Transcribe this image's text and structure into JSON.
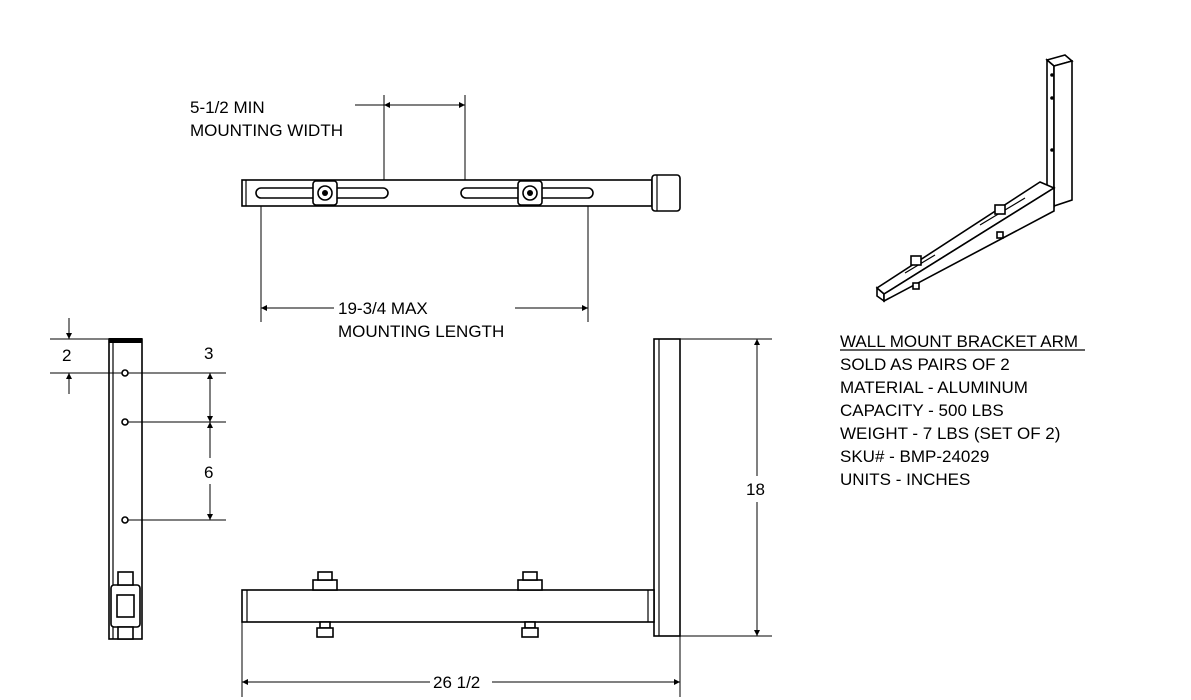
{
  "dimensions": {
    "min_width_line1": "5-1/2 MIN",
    "min_width_line2": "MOUNTING WIDTH",
    "max_length_line1": "19-3/4 MAX",
    "max_length_line2": "MOUNTING LENGTH",
    "top_offset": "2",
    "hole_spacing_1": "3",
    "hole_spacing_2": "6",
    "vertical_height": "18",
    "horizontal_length": "26 1/2"
  },
  "notes": {
    "title": "WALL MOUNT BRACKET ARM",
    "line1": "SOLD AS PAIRS OF 2",
    "line2": "MATERIAL - ALUMINUM",
    "line3": "CAPACITY - 500 LBS",
    "line4": "WEIGHT - 7 LBS (SET OF 2)",
    "line5": "SKU# - BMP-24029",
    "line6": "UNITS - INCHES"
  }
}
